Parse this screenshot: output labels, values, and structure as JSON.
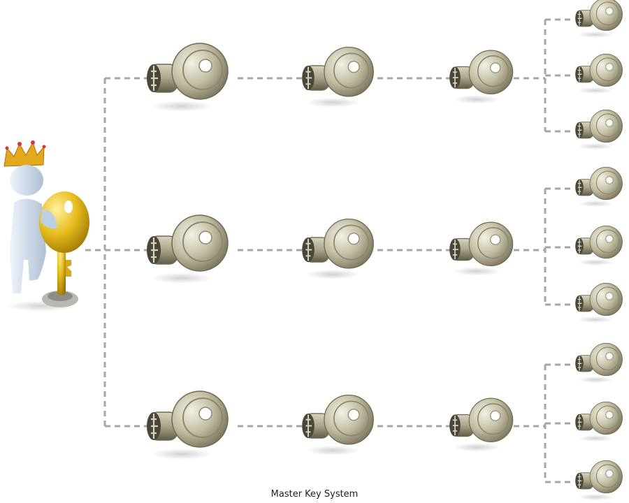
{
  "caption": "Master Key System",
  "diagram": {
    "levels": [
      "master",
      "grand",
      "sub",
      "lock"
    ],
    "columns": [
      {
        "level": "grand",
        "count": 3
      },
      {
        "level": "sub",
        "count": 3
      },
      {
        "level": "sub",
        "count": 3
      },
      {
        "level": "lock",
        "count": 9
      }
    ],
    "connector_style": "dashed",
    "colors": {
      "connector": "#a6a6a6",
      "key_metal": "#b9b497",
      "key_metal_dark": "#6f6a52",
      "master_key_gold": "#e1b51c",
      "figure": "#c9d9ea",
      "crown": "#e3a81c"
    },
    "icons": {
      "master": "king-holding-key-icon",
      "node": "key-head-icon"
    }
  }
}
